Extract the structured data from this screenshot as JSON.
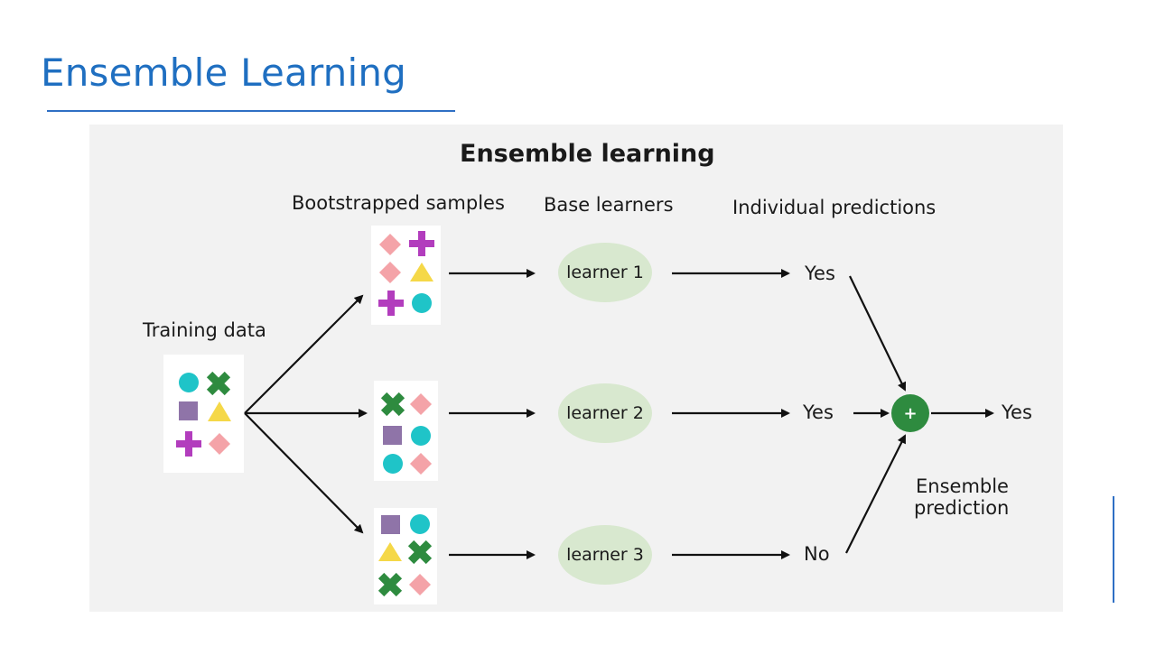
{
  "slide": {
    "title": "Ensemble Learning"
  },
  "diagram": {
    "title": "Ensemble learning",
    "headers": {
      "training": "Training data",
      "samples": "Bootstrapped samples",
      "learners": "Base learners",
      "predictions": "Individual predictions"
    },
    "learners": [
      "learner 1",
      "learner 2",
      "learner 3"
    ],
    "predictions": [
      "Yes",
      "Yes",
      "No"
    ],
    "combiner_symbol": "+",
    "ensemble_label_1": "Ensemble",
    "ensemble_label_2": "prediction",
    "final_prediction": "Yes"
  },
  "colors": {
    "title": "#1f6fc1",
    "teal": "#1fc4c8",
    "green": "#2e8b3f",
    "purple": "#8f74a8",
    "yellow": "#f5d848",
    "magenta": "#b23dbd",
    "pink": "#f4a3a8",
    "learner_fill": "#d8e8cf"
  },
  "icons": [
    "circle-icon",
    "x-icon",
    "square-icon",
    "triangle-icon",
    "plus-icon",
    "diamond-icon"
  ]
}
